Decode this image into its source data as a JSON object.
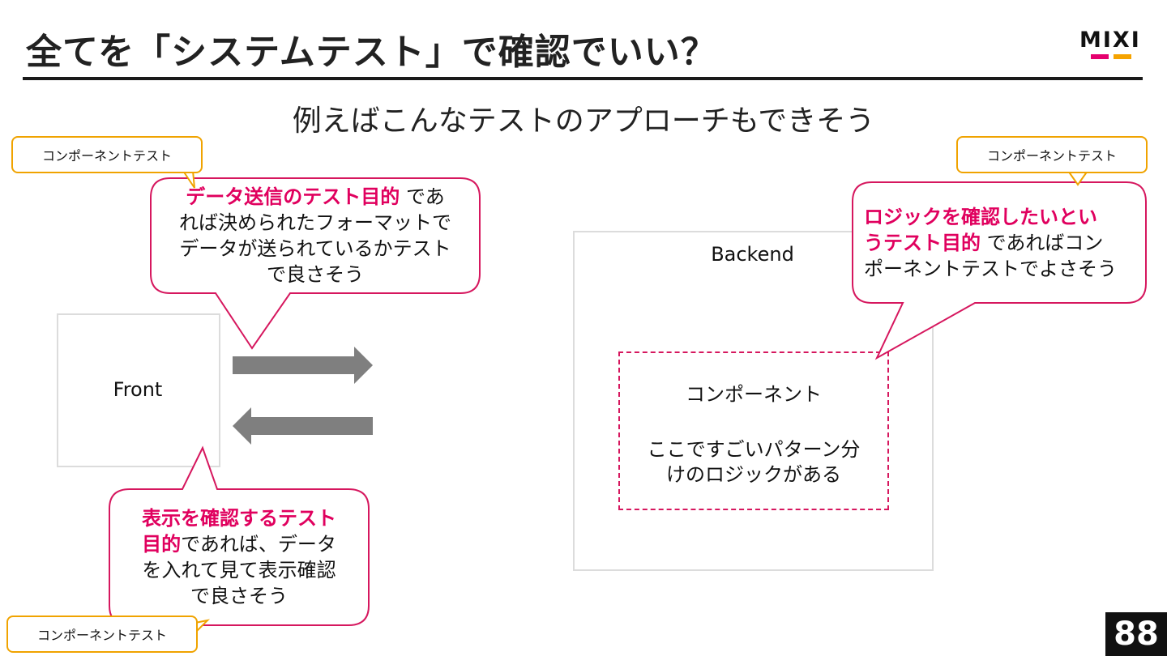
{
  "title": "全てを「システムテスト」で確認でいい？",
  "logo": {
    "text": "MIXI",
    "colors": [
      "#e5006e",
      "#f5a300"
    ]
  },
  "subtitle": "例えばこんなテストのアプローチもできそう",
  "front": {
    "label": "Front"
  },
  "backend": {
    "label": "Backend",
    "component": {
      "title": "コンポーネント",
      "body_line1": "ここですごいパターン分",
      "body_line2": "けのロジックがある"
    }
  },
  "tags": {
    "top_left": "コンポーネントテスト",
    "top_right": "コンポーネントテスト",
    "bottom_left": "コンポーネントテスト"
  },
  "bubbles": {
    "send": {
      "highlight": "データ送信のテスト目的",
      "text1": "であ",
      "line2": "れば決められたフォーマットで",
      "line3": "データが送られているかテスト",
      "line4": "で良さそう"
    },
    "display": {
      "highlight1": "表示を確認するテスト",
      "highlight2": "目的",
      "text1": "であれば、データ",
      "line3": "を入れて見て表示確認",
      "line4": "で良さそう"
    },
    "logic": {
      "highlight1": "ロジックを確認したいとい",
      "highlight2": "うテスト目的",
      "text1": "であればコン",
      "line3": "ポーネントテストでよさそう"
    }
  },
  "page_number": "88",
  "colors": {
    "accent": "#e0005e",
    "tag_border": "#f0a300",
    "arrow": "#7f7f7f"
  }
}
